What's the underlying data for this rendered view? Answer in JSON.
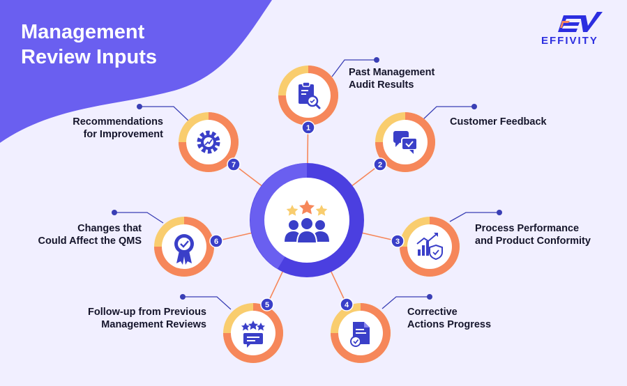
{
  "title": {
    "line1": "Management",
    "line2": "Review Inputs"
  },
  "brand": {
    "name": "EFFIVITY",
    "monogram": "EV"
  },
  "colors": {
    "background": "#f1efff",
    "primary": "#4b3fe0",
    "accent_orange": "#f6875a",
    "accent_yellow": "#f9cd6e",
    "text": "#15152b"
  },
  "center": {
    "icon": "team-with-stars-icon"
  },
  "inputs": [
    {
      "number": "1",
      "line1": "Past Management",
      "line2": "Audit Results",
      "icon": "clipboard-check-search-icon"
    },
    {
      "number": "2",
      "line1": "Customer Feedback",
      "line2": "",
      "icon": "chat-bubbles-icon"
    },
    {
      "number": "3",
      "line1": "Process Performance",
      "line2": "and Product Conformity",
      "icon": "growth-chart-shield-icon"
    },
    {
      "number": "4",
      "line1": "Corrective",
      "line2": "Actions Progress",
      "icon": "document-check-icon"
    },
    {
      "number": "5",
      "line1": "Follow-up from Previous",
      "line2": "Management Reviews",
      "icon": "rating-review-icon"
    },
    {
      "number": "6",
      "line1": "Changes that",
      "line2": "Could Affect the QMS",
      "icon": "quality-badge-icon"
    },
    {
      "number": "7",
      "line1": "Recommendations",
      "line2": "for Improvement",
      "icon": "gear-trend-icon"
    }
  ]
}
